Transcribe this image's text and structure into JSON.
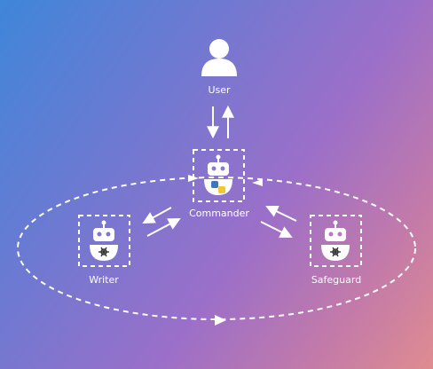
{
  "diagram": {
    "nodes": {
      "user": {
        "label": "User",
        "icon": "user-icon"
      },
      "commander": {
        "label": "Commander",
        "icon": "robot-python-icon"
      },
      "writer": {
        "label": "Writer",
        "icon": "robot-openai-icon"
      },
      "safeguard": {
        "label": "Safeguard",
        "icon": "robot-openai-icon"
      }
    },
    "colors": {
      "foreground": "#ffffff",
      "gradient_start": "#3f86d9",
      "gradient_end": "#df8c90",
      "python_blue": "#3c78c0",
      "python_yellow": "#f3c52f"
    }
  }
}
